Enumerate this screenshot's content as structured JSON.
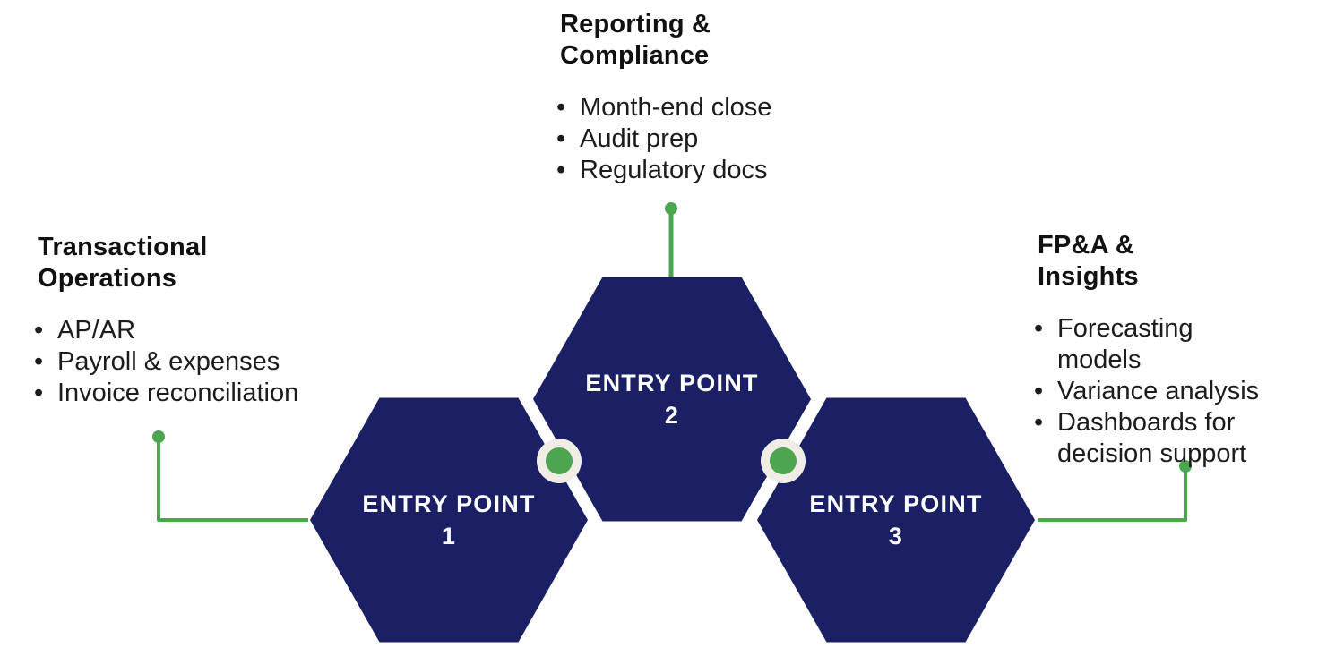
{
  "diagram": {
    "colors": {
      "navy": "#1b2064",
      "green": "#4ca64f",
      "ring": "#f0ede6"
    },
    "blocks": [
      {
        "id": "transactional-operations",
        "title_line1": "Transactional",
        "title_line2": "Operations",
        "items": [
          "AP/AR",
          "Payroll & expenses",
          "Invoice reconciliation"
        ]
      },
      {
        "id": "reporting-compliance",
        "title_line1": "Reporting &",
        "title_line2": "Compliance",
        "items": [
          "Month-end close",
          "Audit prep",
          "Regulatory docs"
        ]
      },
      {
        "id": "fpa-insights",
        "title_line1": "FP&A &",
        "title_line2": "Insights",
        "items": [
          "Forecasting models",
          "Variance analysis",
          "Dashboards for decision support"
        ]
      }
    ],
    "hexagons": [
      {
        "label": "ENTRY POINT",
        "number": "1"
      },
      {
        "label": "ENTRY POINT",
        "number": "2"
      },
      {
        "label": "ENTRY POINT",
        "number": "3"
      }
    ]
  }
}
